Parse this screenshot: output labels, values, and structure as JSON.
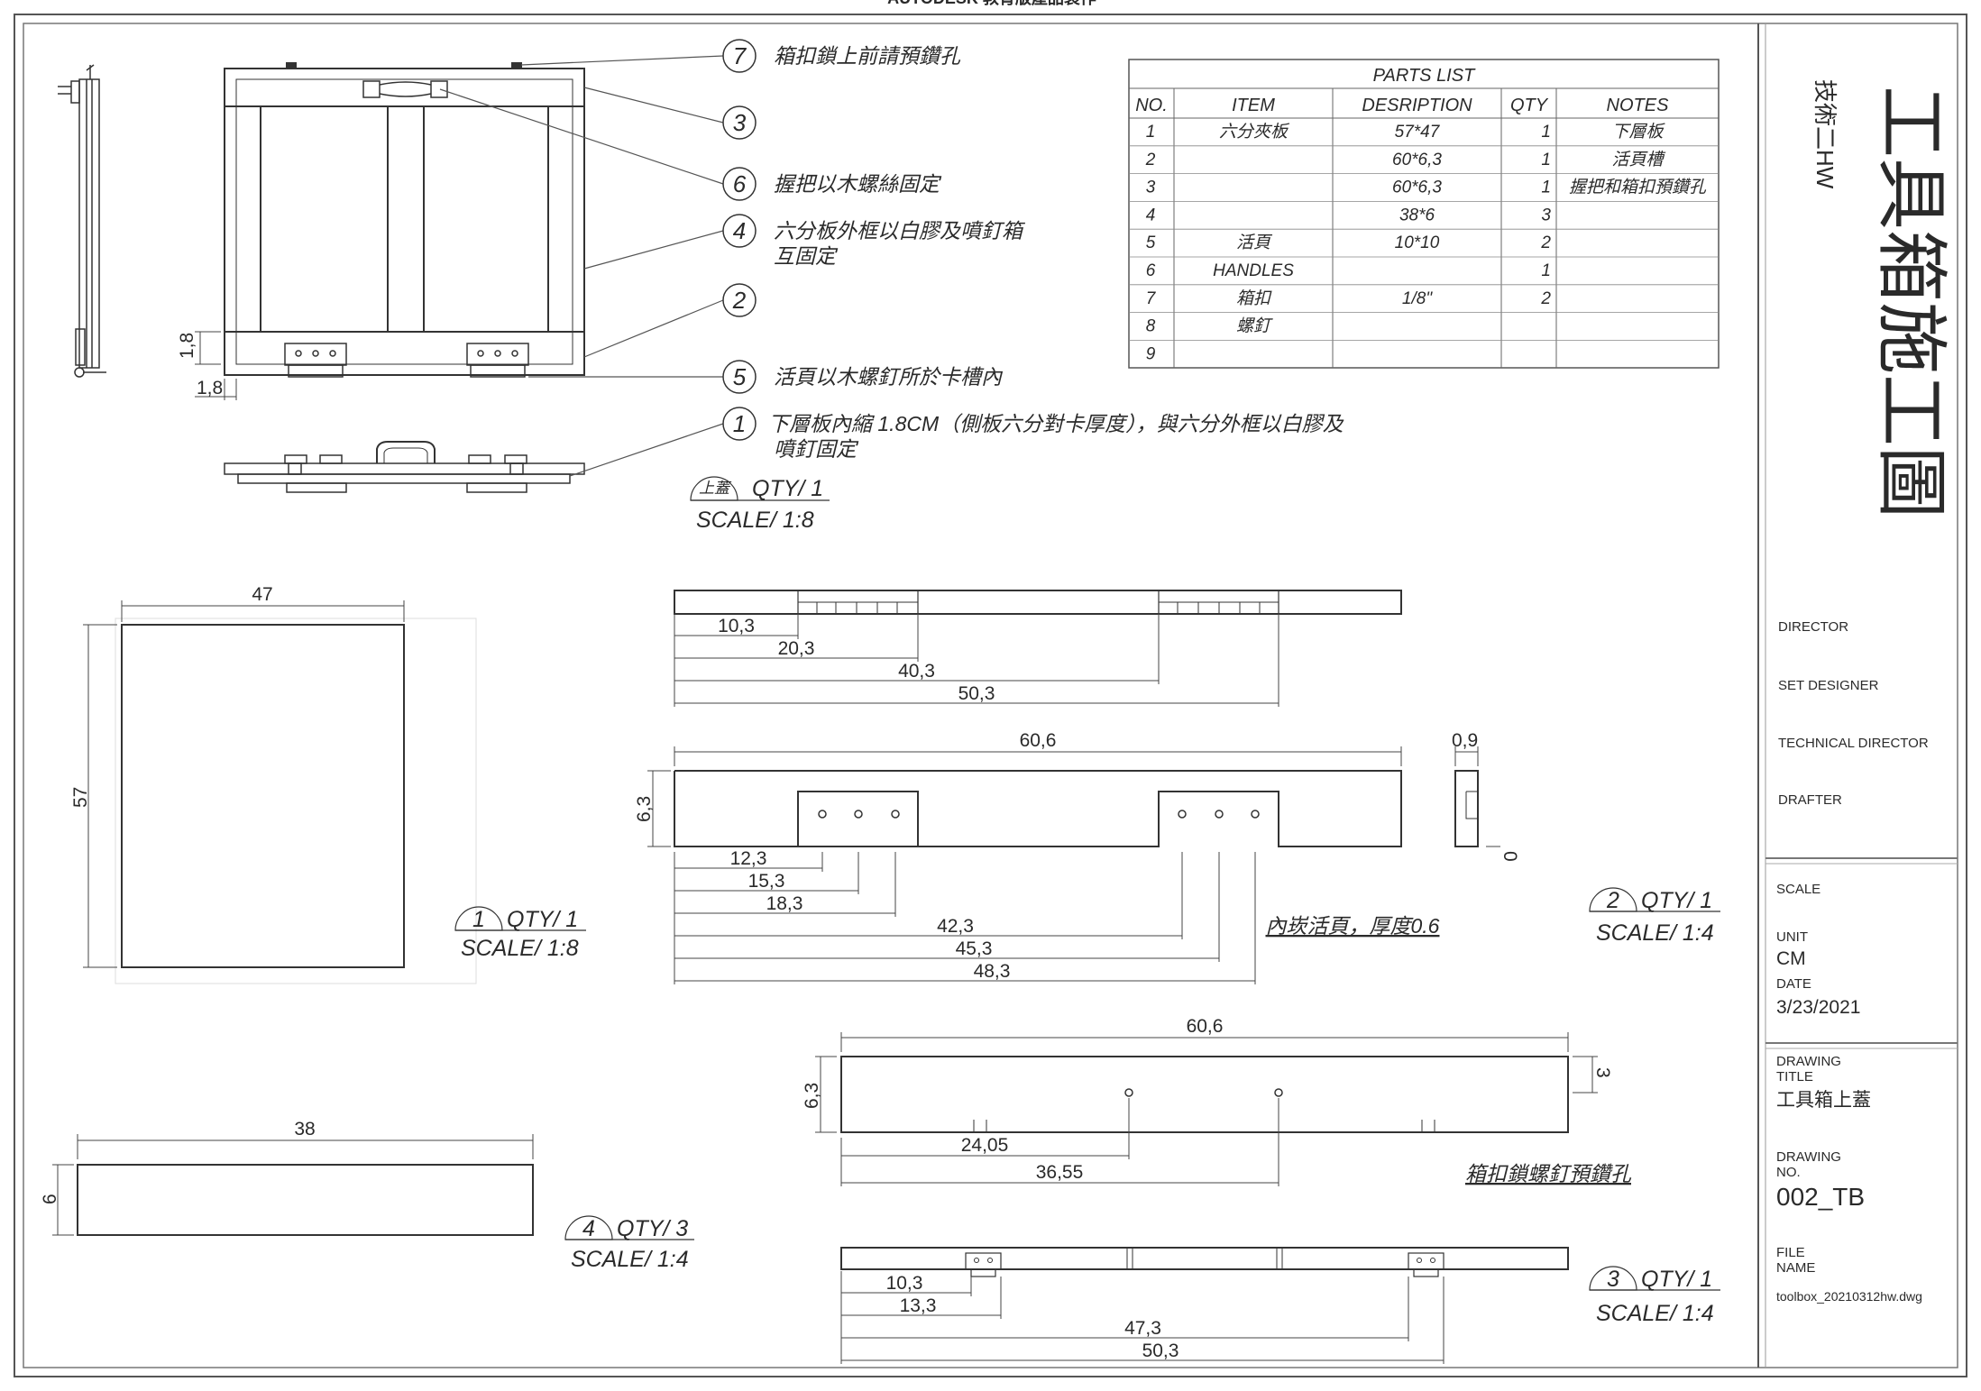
{
  "header_text": "AUTODESK 教育版產品製作",
  "title_block": {
    "course": "技術二HW",
    "drawing_title_main": "工具箱施工圖",
    "roles": [
      "DIRECTOR",
      "SET DESIGNER",
      "TECHNICAL DIRECTOR",
      "DRAFTER"
    ],
    "scale_label": "SCALE",
    "unit_label": "UNIT",
    "unit": "CM",
    "date_label": "DATE",
    "date": "3/23/2021",
    "drawing_title_label": "DRAWING TITLE",
    "drawing_title": "工具箱上蓋",
    "drawing_no_label": "DRAWING NO.",
    "drawing_no": "002_TB",
    "file_name_label": "FILE NAME",
    "file_name": "toolbox_20210312hw.dwg"
  },
  "parts_list": {
    "title": "PARTS LIST",
    "headers": [
      "NO.",
      "ITEM",
      "DESRIPTION",
      "QTY",
      "NOTES"
    ],
    "rows": [
      [
        "1",
        "六分夾板",
        "57*47",
        "1",
        "下層板"
      ],
      [
        "2",
        "",
        "60*6,3",
        "1",
        "活頁槽"
      ],
      [
        "3",
        "",
        "60*6,3",
        "1",
        "握把和箱扣預鑽孔"
      ],
      [
        "4",
        "",
        "38*6",
        "3",
        ""
      ],
      [
        "5",
        "活頁",
        "10*10",
        "2",
        ""
      ],
      [
        "6",
        "HANDLES",
        "",
        "1",
        ""
      ],
      [
        "7",
        "箱扣",
        "1/8\"",
        "2",
        ""
      ],
      [
        "8",
        "螺釘",
        "",
        "",
        ""
      ],
      [
        "9",
        "",
        "",
        "",
        ""
      ]
    ]
  },
  "callouts": [
    {
      "num": "7",
      "text": "箱扣鎖上前請預鑽孔"
    },
    {
      "num": "3",
      "text": ""
    },
    {
      "num": "6",
      "text": "握把以木螺絲固定"
    },
    {
      "num": "4",
      "text": "六分板外框以白膠及噴釘箱",
      "text2": "互固定"
    },
    {
      "num": "2",
      "text": ""
    },
    {
      "num": "5",
      "text": "活頁以木螺釘所於卡槽內"
    },
    {
      "num": "1",
      "text": "下層板內縮 1.8CM（側板六分對卡厚度），與六分外框以白膠及",
      "text2": "噴釘固定"
    }
  ],
  "views": {
    "assembly": {
      "tag": "上蓋",
      "qty": "QTY/ 1",
      "scale": "SCALE/ 1:8",
      "dim_a": "1,8",
      "dim_b": "1,8"
    },
    "part1": {
      "tag": "1",
      "qty": "QTY/ 1",
      "scale": "SCALE/ 1:8",
      "width": "47",
      "height": "57"
    },
    "part4": {
      "tag": "4",
      "qty": "QTY/ 3",
      "scale": "SCALE/ 1:4",
      "width": "38",
      "height": "6"
    },
    "part2": {
      "tag": "2",
      "qty": "QTY/ 1",
      "scale": "SCALE/ 1:4",
      "top_dims": [
        "10,3",
        "20,3",
        "40,3",
        "50,3"
      ],
      "length": "60,6",
      "height": "6,3",
      "thickness": "0,9",
      "side_zero": "0",
      "hole_dims": [
        "12,3",
        "15,3",
        "18,3",
        "42,3",
        "45,3",
        "48,3"
      ],
      "note": "內崁活頁，厚度0.6"
    },
    "part3": {
      "tag": "3",
      "qty": "QTY/ 1",
      "scale": "SCALE/ 1:4",
      "length": "60,6",
      "height": "6,3",
      "right_dim": "3",
      "hole_dims": [
        "24,05",
        "36,55"
      ],
      "note": "箱扣鎖螺釘預鑽孔",
      "bottom_dims": [
        "10,3",
        "13,3",
        "47,3",
        "50,3"
      ]
    }
  }
}
